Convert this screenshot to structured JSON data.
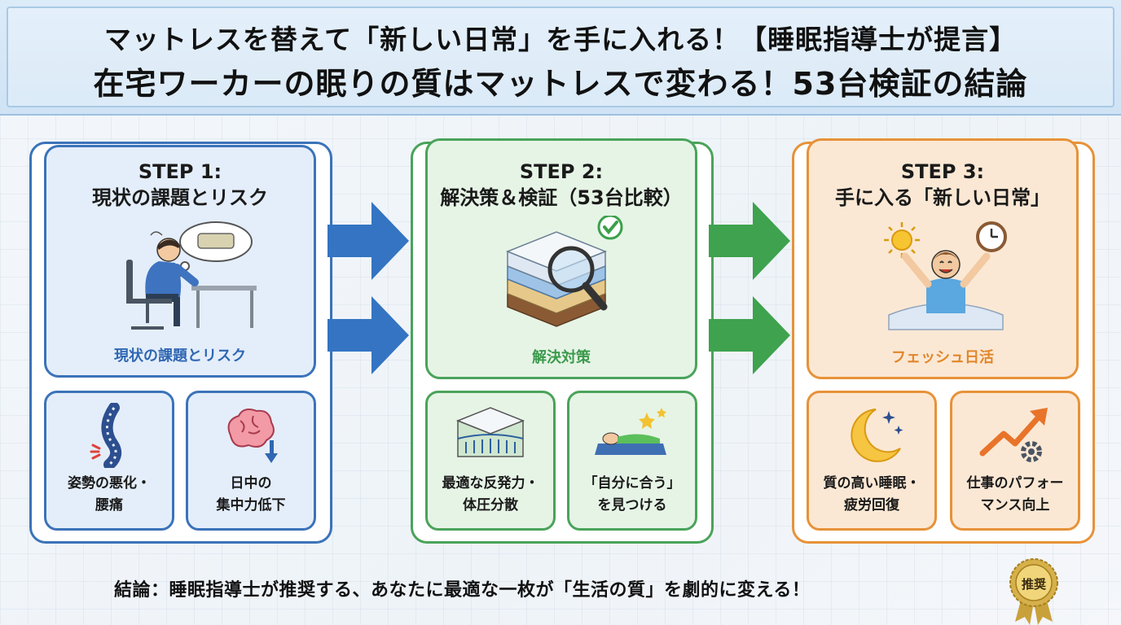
{
  "header": {
    "line1": "マットレスを替えて「新しい日常」を手に入れる！【睡眠指導士が提言】",
    "line2": "在宅ワーカーの眠りの質はマットレスで変わる！53台検証の結論"
  },
  "steps": [
    {
      "title_line1": "STEP 1:",
      "title_line2": "現状の課題とリスク",
      "caption": "現状の課題とリスク",
      "color": "#3b73b9",
      "sub": [
        {
          "line1": "姿勢の悪化・",
          "line2": "腰痛"
        },
        {
          "line1": "日中の",
          "line2": "集中力低下"
        }
      ]
    },
    {
      "title_line1": "STEP 2:",
      "title_line2": "解決策＆検証（53台比較）",
      "caption": "解決対策",
      "color": "#4aa35a",
      "sub": [
        {
          "line1": "最適な反発力・",
          "line2": "体圧分散"
        },
        {
          "line1": "「自分に合う」",
          "line2": "を見つける"
        }
      ]
    },
    {
      "title_line1": "STEP 3:",
      "title_line2": "手に入る「新しい日常」",
      "caption": "フェッシュ日活",
      "color": "#e79238",
      "sub": [
        {
          "line1": "質の高い睡眠・",
          "line2": "疲労回復"
        },
        {
          "line1": "仕事のパフォー",
          "line2": "マンス向上"
        }
      ]
    }
  ],
  "conclusion": "結論：睡眠指導士が推奨する、あなたに最適な一枚が「生活の質」を劇的に変える！",
  "seal_text": "推奨"
}
